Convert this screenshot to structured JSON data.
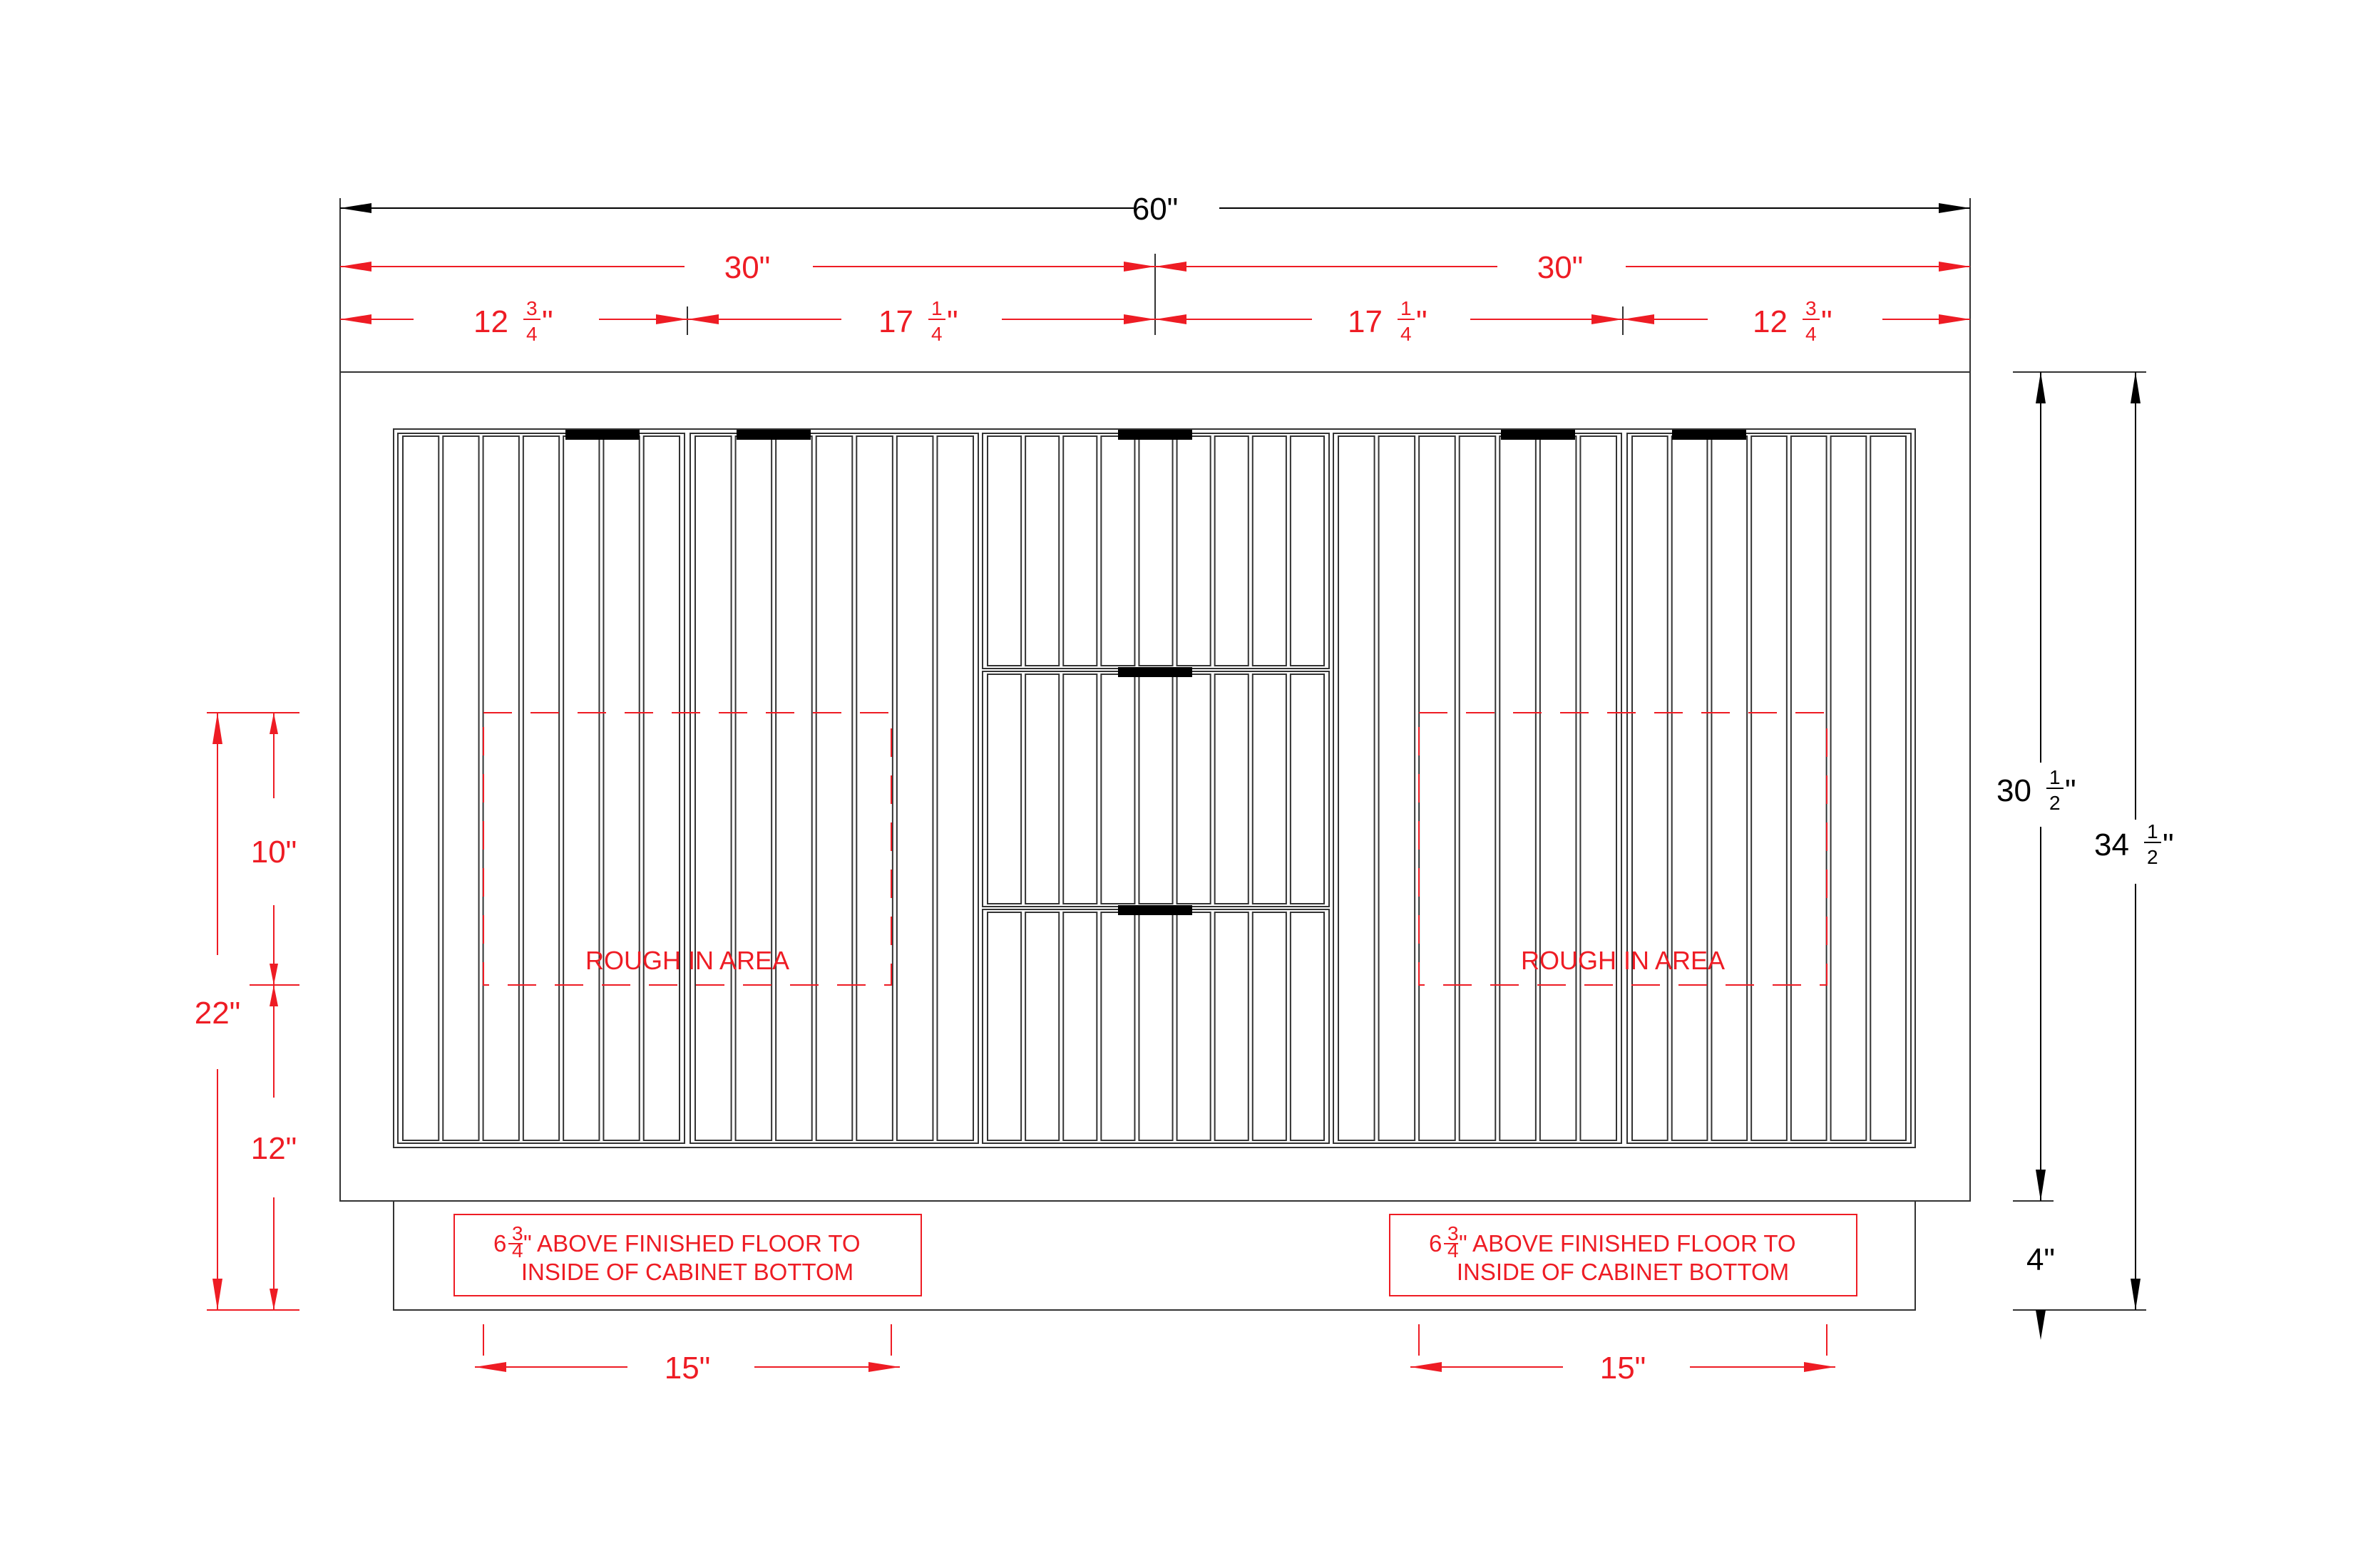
{
  "colors": {
    "dimension_red": "#ee1c24",
    "dimension_black": "#000000",
    "cabinet_line": "#333333",
    "handle": "#000000"
  },
  "dimensions": {
    "overall_width": "60\"",
    "half_left": "30\"",
    "half_right": "30\"",
    "seg1": {
      "whole": "12",
      "num": "3",
      "den": "4",
      "unit": "\""
    },
    "seg2": {
      "whole": "17",
      "num": "1",
      "den": "4",
      "unit": "\""
    },
    "seg3": {
      "whole": "17",
      "num": "1",
      "den": "4",
      "unit": "\""
    },
    "seg4": {
      "whole": "12",
      "num": "3",
      "den": "4",
      "unit": "\""
    },
    "cabinet_height": {
      "whole": "30",
      "num": "1",
      "den": "2",
      "unit": "\""
    },
    "total_height": {
      "whole": "34",
      "num": "1",
      "den": "2",
      "unit": "\""
    },
    "toe_kick": "4\"",
    "rough_height": "10\"",
    "rough_to_floor": "22\"",
    "rough_bottom": "12\"",
    "rough_width_left": "15\"",
    "rough_width_right": "15\""
  },
  "rough_in": {
    "label_left": "ROUGH IN AREA",
    "label_right": "ROUGH IN AREA"
  },
  "notes": {
    "left": {
      "whole": "6",
      "num": "3",
      "den": "4",
      "line1_rest": "\" ABOVE FINISHED FLOOR TO",
      "line2": "INSIDE OF CABINET BOTTOM"
    },
    "right": {
      "whole": "6",
      "num": "3",
      "den": "4",
      "line1_rest": "\" ABOVE FINISHED FLOOR TO",
      "line2": "INSIDE OF CABINET BOTTOM"
    }
  }
}
